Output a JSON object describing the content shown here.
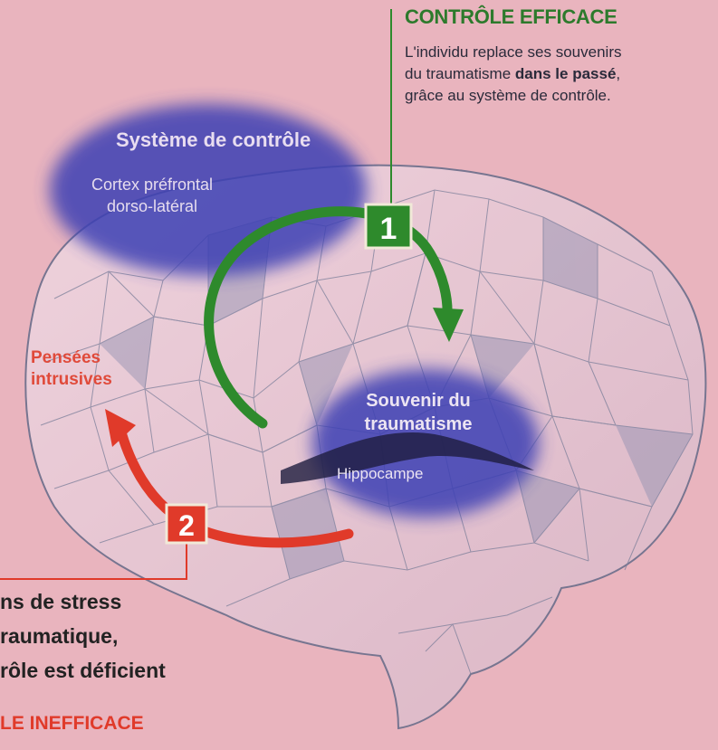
{
  "efficace": {
    "title": "CONTRÔLE EFFICACE",
    "line1": "L'individu replace ses souvenirs",
    "line2_pre": "du traumatisme ",
    "line2_bold": "dans le passé",
    "line2_post": ",",
    "line3": "grâce au système de contrôle."
  },
  "systeme": {
    "label": "Système de contrôle",
    "cortex_line1": "Cortex préfrontal",
    "cortex_line2": "dorso-latéral"
  },
  "pensees": {
    "line1": "Pensées",
    "line2": "intrusives"
  },
  "souvenir": {
    "line1": "Souvenir du",
    "line2": "traumatisme",
    "hippocampe": "Hippocampe"
  },
  "markers": {
    "one": "1",
    "two": "2"
  },
  "inefficace": {
    "line1": "ns de stress",
    "line2": "raumatique,",
    "line3": "rôle est déficient",
    "title": "LE INEFFICACE"
  },
  "colors": {
    "background": "#e9b4be",
    "control_blue": "#3e3fb4",
    "green": "#2d7a2c",
    "red": "#e03a2a"
  }
}
